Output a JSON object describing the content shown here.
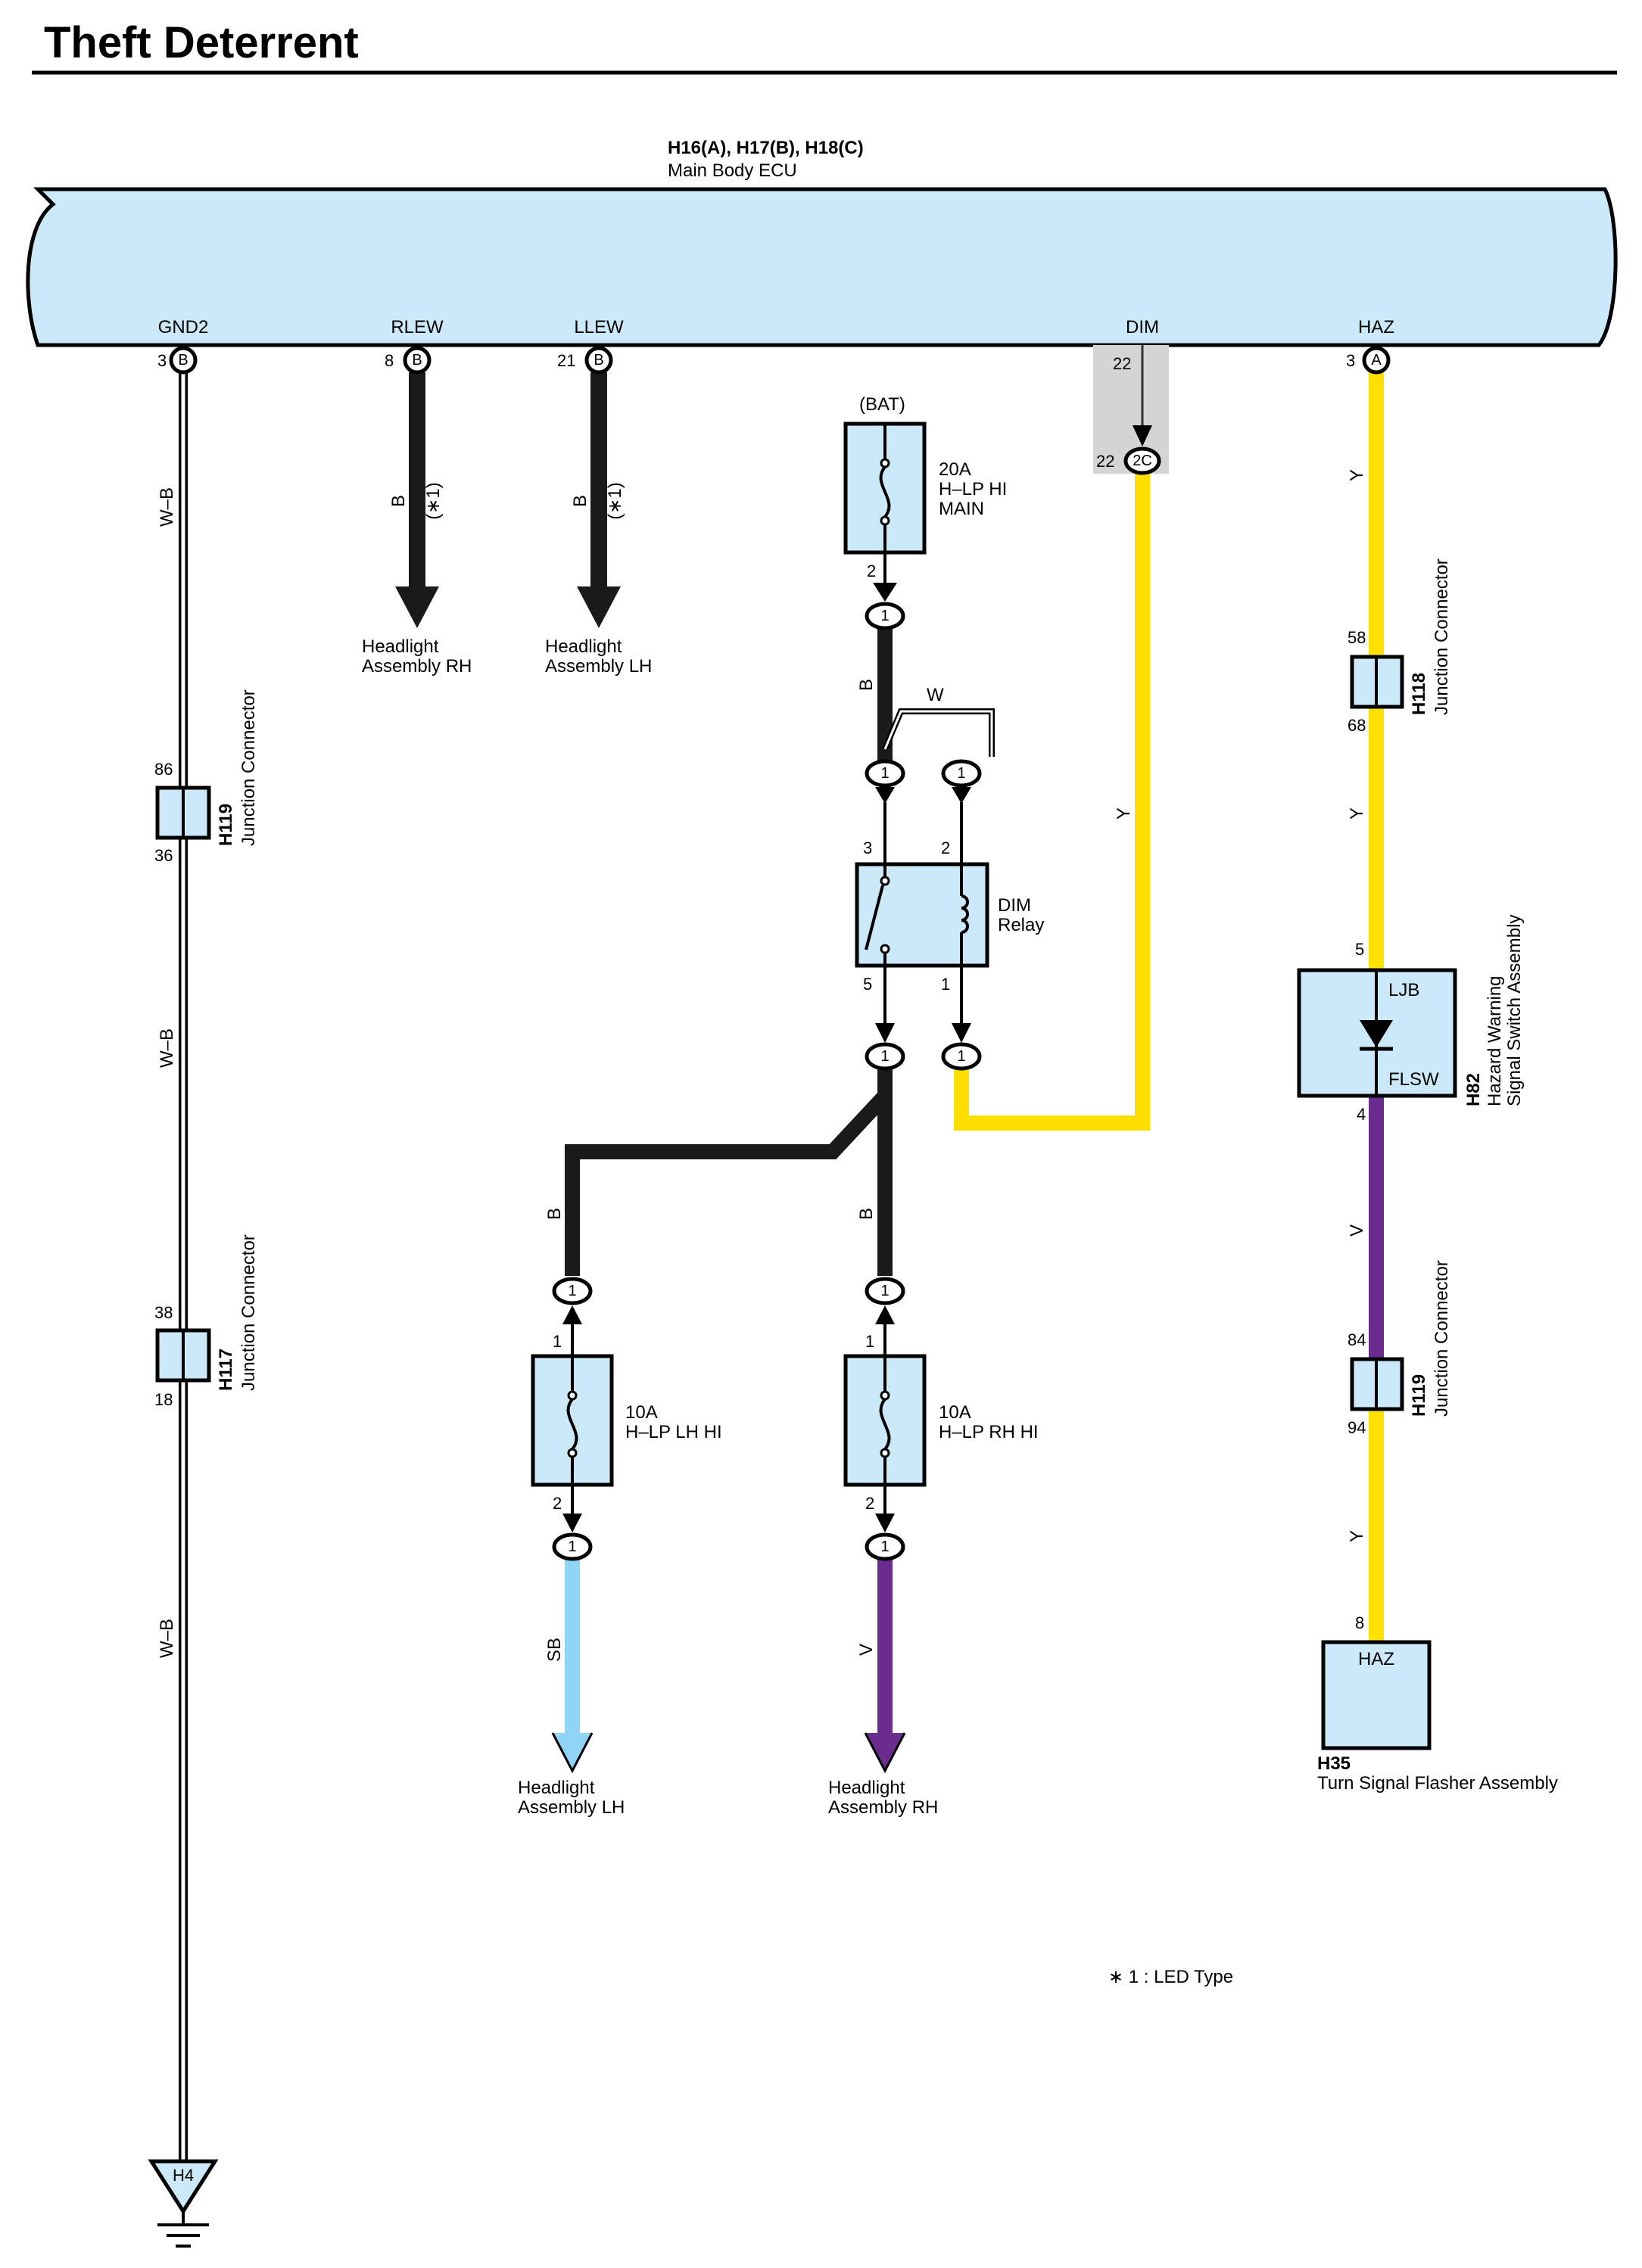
{
  "title": "Theft Deterrent",
  "ecu": {
    "connectors": "H16(A), H17(B), H18(C)",
    "name": "Main Body ECU",
    "terminals": {
      "gnd2": {
        "label": "GND2",
        "pin": "3",
        "conn": "B"
      },
      "rlew": {
        "label": "RLEW",
        "pin": "8",
        "conn": "B"
      },
      "llew": {
        "label": "LLEW",
        "pin": "21",
        "conn": "B"
      },
      "dim": {
        "label": "DIM",
        "pin_top": "22",
        "pin_bottom": "22",
        "conn": "2C"
      },
      "haz": {
        "label": "HAZ",
        "pin": "3",
        "conn": "A"
      }
    }
  },
  "wires": {
    "wb": "W–B",
    "b": "B",
    "w": "W",
    "y": "Y",
    "v": "V",
    "sb": "SB",
    "note_ref": "(∗1)"
  },
  "destinations": {
    "headlight_rh_line1": "Headlight",
    "headlight_rh_line2": "Assembly RH",
    "headlight_lh_line1": "Headlight",
    "headlight_lh_line2": "Assembly LH"
  },
  "fuse_main": {
    "source": "(BAT)",
    "line1": "20A",
    "line2": "H–LP HI",
    "line3": "MAIN",
    "pin_bottom": "2"
  },
  "relay": {
    "line1": "DIM",
    "line2": "Relay",
    "pin3": "3",
    "pin2": "2",
    "pin5": "5",
    "pin1": "1"
  },
  "fuse_lh": {
    "line1": "10A",
    "line2": "H–LP LH HI",
    "pin_top": "1",
    "pin_bottom": "2"
  },
  "fuse_rh": {
    "line1": "10A",
    "line2": "H–LP RH HI",
    "pin_top": "1",
    "pin_bottom": "2"
  },
  "inline_conn": "1",
  "junctions": {
    "h119_left": {
      "id": "H119",
      "name": "Junction Connector",
      "pin_top": "86",
      "pin_bottom": "36"
    },
    "h117": {
      "id": "H117",
      "name": "Junction Connector",
      "pin_top": "38",
      "pin_bottom": "18"
    },
    "h118": {
      "id": "H118",
      "name": "Junction Connector",
      "pin_top": "58",
      "pin_bottom": "68"
    },
    "h119_right": {
      "id": "H119",
      "name": "Junction Connector",
      "pin_top": "84",
      "pin_bottom": "94"
    }
  },
  "hazard_switch": {
    "id": "H82",
    "line1": "Hazard Warning",
    "line2": "Signal Switch Assembly",
    "ljb": "LJB",
    "flsw": "FLSW",
    "pin_top": "5",
    "pin_bottom": "4"
  },
  "flasher": {
    "id": "H35",
    "name": "Turn Signal Flasher Assembly",
    "terminal": "HAZ",
    "pin": "8"
  },
  "ground": {
    "id": "H4"
  },
  "note": "∗ 1 : LED Type",
  "colors": {
    "wire_black": "#1a1a1a",
    "wire_yellow": "#ffe000",
    "wire_violet": "#6a2c8f",
    "wire_skyblue": "#8fd3f7",
    "box_fill": "#cbe9f8",
    "shade": "#d4d4d4"
  }
}
